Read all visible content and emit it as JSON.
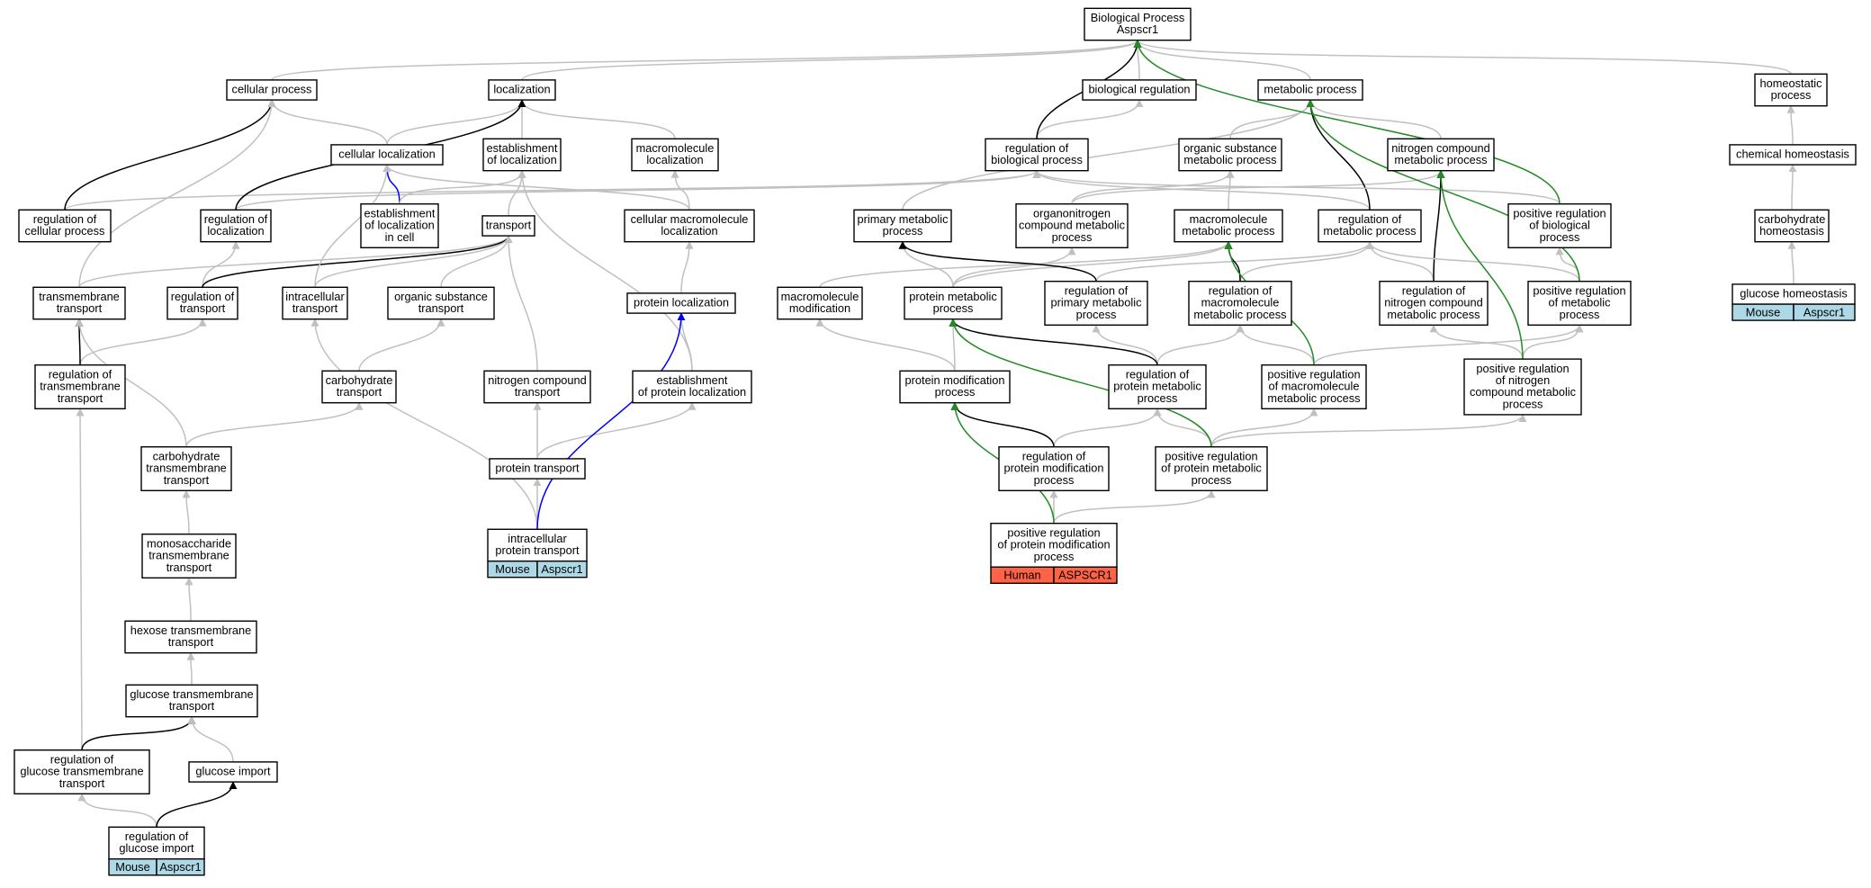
{
  "colors": {
    "is_a": "#c0c0c0",
    "regulates": "#000000",
    "part_of": "#0000ff",
    "positively_regulates": "#228b22",
    "mouse_cell": "#add8e6",
    "human_cell": "#ff6347"
  },
  "nodes": [
    {
      "id": "bp",
      "lines": [
        "Biological Process",
        "Aspscr1"
      ]
    },
    {
      "id": "cellproc",
      "lines": [
        "cellular process"
      ]
    },
    {
      "id": "loc",
      "lines": [
        "localization"
      ]
    },
    {
      "id": "bioreg",
      "lines": [
        "biological regulation"
      ]
    },
    {
      "id": "metab",
      "lines": [
        "metabolic process"
      ]
    },
    {
      "id": "homeo",
      "lines": [
        "homeostatic",
        "process"
      ]
    },
    {
      "id": "cellloc",
      "lines": [
        "cellular localization"
      ]
    },
    {
      "id": "estloc",
      "lines": [
        "establishment",
        "of localization"
      ]
    },
    {
      "id": "macroloc",
      "lines": [
        "macromolecule",
        "localization"
      ]
    },
    {
      "id": "regbio",
      "lines": [
        "regulation of",
        "biological process"
      ]
    },
    {
      "id": "orgsub",
      "lines": [
        "organic substance",
        "metabolic process"
      ]
    },
    {
      "id": "nitro",
      "lines": [
        "nitrogen compound",
        "metabolic process"
      ]
    },
    {
      "id": "chemhomeo",
      "lines": [
        "chemical homeostasis"
      ]
    },
    {
      "id": "regcell",
      "lines": [
        "regulation of",
        "cellular process"
      ]
    },
    {
      "id": "regloc",
      "lines": [
        "regulation of",
        "localization"
      ]
    },
    {
      "id": "estlocincell",
      "lines": [
        "establishment",
        "of localization",
        "in cell"
      ]
    },
    {
      "id": "transport",
      "lines": [
        "transport"
      ]
    },
    {
      "id": "cellmacroloc",
      "lines": [
        "cellular macromolecule",
        "localization"
      ]
    },
    {
      "id": "primmetab",
      "lines": [
        "primary metabolic",
        "process"
      ]
    },
    {
      "id": "organonitro",
      "lines": [
        "organonitrogen",
        "compound metabolic",
        "process"
      ]
    },
    {
      "id": "macrometab",
      "lines": [
        "macromolecule",
        "metabolic process"
      ]
    },
    {
      "id": "regmetab",
      "lines": [
        "regulation of",
        "metabolic process"
      ]
    },
    {
      "id": "posregbio",
      "lines": [
        "positive regulation",
        "of biological",
        "process"
      ]
    },
    {
      "id": "carbohomeo",
      "lines": [
        "carbohydrate",
        "homeostasis"
      ]
    },
    {
      "id": "transmem",
      "lines": [
        "transmembrane",
        "transport"
      ]
    },
    {
      "id": "regtransport",
      "lines": [
        "regulation of",
        "transport"
      ]
    },
    {
      "id": "intracell",
      "lines": [
        "intracellular",
        "transport"
      ]
    },
    {
      "id": "orgsubtrans",
      "lines": [
        "organic substance",
        "transport"
      ]
    },
    {
      "id": "protloc",
      "lines": [
        "protein localization"
      ]
    },
    {
      "id": "macromod",
      "lines": [
        "macromolecule",
        "modification"
      ]
    },
    {
      "id": "protmetab",
      "lines": [
        "protein metabolic",
        "process"
      ]
    },
    {
      "id": "regprimmetab",
      "lines": [
        "regulation of",
        "primary metabolic",
        "process"
      ]
    },
    {
      "id": "regmacrometab",
      "lines": [
        "regulation of",
        "macromolecule",
        "metabolic process"
      ]
    },
    {
      "id": "regnitro",
      "lines": [
        "regulation of",
        "nitrogen compound",
        "metabolic process"
      ]
    },
    {
      "id": "posregmetab",
      "lines": [
        "positive regulation",
        "of metabolic",
        "process"
      ]
    },
    {
      "id": "glchomeo",
      "lines": [
        "glucose homeostasis"
      ]
    },
    {
      "id": "regtransmem",
      "lines": [
        "regulation of",
        "transmembrane",
        "transport"
      ]
    },
    {
      "id": "carbotrans",
      "lines": [
        "carbohydrate",
        "transport"
      ]
    },
    {
      "id": "nitrotrans",
      "lines": [
        "nitrogen compound",
        "transport"
      ]
    },
    {
      "id": "estprotloc",
      "lines": [
        "establishment",
        "of protein localization"
      ]
    },
    {
      "id": "protmod",
      "lines": [
        "protein modification",
        "process"
      ]
    },
    {
      "id": "regprotmetab",
      "lines": [
        "regulation of",
        "protein metabolic",
        "process"
      ]
    },
    {
      "id": "posregmacro",
      "lines": [
        "positive regulation",
        "of macromolecule",
        "metabolic process"
      ]
    },
    {
      "id": "posregnitro",
      "lines": [
        "positive regulation",
        "of nitrogen",
        "compound metabolic",
        "process"
      ]
    },
    {
      "id": "carbotransmem",
      "lines": [
        "carbohydrate",
        "transmembrane",
        "transport"
      ]
    },
    {
      "id": "prottrans",
      "lines": [
        "protein transport"
      ]
    },
    {
      "id": "regprotmod",
      "lines": [
        "regulation of",
        "protein modification",
        "process"
      ]
    },
    {
      "id": "posregprotmetab",
      "lines": [
        "positive regulation",
        "of protein metabolic",
        "process"
      ]
    },
    {
      "id": "monosac",
      "lines": [
        "monosaccharide",
        "transmembrane",
        "transport"
      ]
    },
    {
      "id": "intracellprot",
      "lines": [
        "intracellular",
        "protein transport"
      ]
    },
    {
      "id": "posregprotmod",
      "lines": [
        "positive regulation",
        "of protein modification",
        "process"
      ]
    },
    {
      "id": "hexose",
      "lines": [
        "hexose transmembrane",
        "transport"
      ]
    },
    {
      "id": "glctransmem",
      "lines": [
        "glucose transmembrane",
        "transport"
      ]
    },
    {
      "id": "regglctrans",
      "lines": [
        "regulation of",
        "glucose transmembrane",
        "transport"
      ]
    },
    {
      "id": "glcimport",
      "lines": [
        "glucose import"
      ]
    },
    {
      "id": "regglcimport",
      "lines": [
        "regulation of",
        "glucose import"
      ]
    }
  ],
  "annotations": [
    {
      "node": "glchomeo",
      "species": "Mouse",
      "gene": "Aspscr1",
      "kind": "mouse"
    },
    {
      "node": "intracellprot",
      "species": "Mouse",
      "gene": "Aspscr1",
      "kind": "mouse"
    },
    {
      "node": "posregprotmod",
      "species": "Human",
      "gene": "ASPSCR1",
      "kind": "human"
    },
    {
      "node": "regglcimport",
      "species": "Mouse",
      "gene": "Aspscr1",
      "kind": "mouse"
    }
  ],
  "edges": [
    {
      "from": "cellproc",
      "to": "bp",
      "type": "is_a"
    },
    {
      "from": "loc",
      "to": "bp",
      "type": "is_a"
    },
    {
      "from": "bioreg",
      "to": "bp",
      "type": "is_a"
    },
    {
      "from": "metab",
      "to": "bp",
      "type": "is_a"
    },
    {
      "from": "homeo",
      "to": "bp",
      "type": "is_a"
    },
    {
      "from": "cellloc",
      "to": "cellproc",
      "type": "is_a"
    },
    {
      "from": "cellloc",
      "to": "loc",
      "type": "is_a"
    },
    {
      "from": "estloc",
      "to": "loc",
      "type": "is_a"
    },
    {
      "from": "macroloc",
      "to": "loc",
      "type": "is_a"
    },
    {
      "from": "regbio",
      "to": "bioreg",
      "type": "is_a"
    },
    {
      "from": "regbio",
      "to": "bp",
      "type": "regulates"
    },
    {
      "from": "orgsub",
      "to": "metab",
      "type": "is_a"
    },
    {
      "from": "nitro",
      "to": "metab",
      "type": "is_a"
    },
    {
      "from": "chemhomeo",
      "to": "homeo",
      "type": "is_a"
    },
    {
      "from": "regcell",
      "to": "regbio",
      "type": "is_a"
    },
    {
      "from": "regcell",
      "to": "cellproc",
      "type": "regulates"
    },
    {
      "from": "regloc",
      "to": "regbio",
      "type": "is_a"
    },
    {
      "from": "regloc",
      "to": "loc",
      "type": "regulates"
    },
    {
      "from": "estlocincell",
      "to": "cellloc",
      "type": "part_of"
    },
    {
      "from": "estlocincell",
      "to": "estloc",
      "type": "is_a"
    },
    {
      "from": "transport",
      "to": "estloc",
      "type": "is_a"
    },
    {
      "from": "cellmacroloc",
      "to": "macroloc",
      "type": "is_a"
    },
    {
      "from": "cellmacroloc",
      "to": "cellloc",
      "type": "is_a"
    },
    {
      "from": "primmetab",
      "to": "metab",
      "type": "is_a"
    },
    {
      "from": "organonitro",
      "to": "orgsub",
      "type": "is_a"
    },
    {
      "from": "organonitro",
      "to": "nitro",
      "type": "is_a"
    },
    {
      "from": "macrometab",
      "to": "orgsub",
      "type": "is_a"
    },
    {
      "from": "regmetab",
      "to": "regbio",
      "type": "is_a"
    },
    {
      "from": "regmetab",
      "to": "metab",
      "type": "regulates"
    },
    {
      "from": "posregbio",
      "to": "regbio",
      "type": "is_a"
    },
    {
      "from": "posregbio",
      "to": "bp",
      "type": "positively_regulates"
    },
    {
      "from": "carbohomeo",
      "to": "chemhomeo",
      "type": "is_a"
    },
    {
      "from": "transmem",
      "to": "transport",
      "type": "is_a"
    },
    {
      "from": "transmem",
      "to": "cellproc",
      "type": "is_a"
    },
    {
      "from": "regtransport",
      "to": "regloc",
      "type": "is_a"
    },
    {
      "from": "regtransport",
      "to": "transport",
      "type": "regulates"
    },
    {
      "from": "intracell",
      "to": "transport",
      "type": "is_a"
    },
    {
      "from": "intracell",
      "to": "cellloc",
      "type": "is_a"
    },
    {
      "from": "orgsubtrans",
      "to": "transport",
      "type": "is_a"
    },
    {
      "from": "protloc",
      "to": "cellmacroloc",
      "type": "is_a"
    },
    {
      "from": "macromod",
      "to": "macrometab",
      "type": "is_a"
    },
    {
      "from": "protmetab",
      "to": "primmetab",
      "type": "is_a"
    },
    {
      "from": "protmetab",
      "to": "organonitro",
      "type": "is_a"
    },
    {
      "from": "protmetab",
      "to": "macrometab",
      "type": "is_a"
    },
    {
      "from": "regprimmetab",
      "to": "regmetab",
      "type": "is_a"
    },
    {
      "from": "regprimmetab",
      "to": "primmetab",
      "type": "regulates"
    },
    {
      "from": "regmacrometab",
      "to": "regmetab",
      "type": "is_a"
    },
    {
      "from": "regmacrometab",
      "to": "macrometab",
      "type": "regulates"
    },
    {
      "from": "regnitro",
      "to": "regmetab",
      "type": "is_a"
    },
    {
      "from": "regnitro",
      "to": "nitro",
      "type": "regulates"
    },
    {
      "from": "posregmetab",
      "to": "regmetab",
      "type": "is_a"
    },
    {
      "from": "posregmetab",
      "to": "posregbio",
      "type": "is_a"
    },
    {
      "from": "posregmetab",
      "to": "metab",
      "type": "positively_regulates"
    },
    {
      "from": "glchomeo",
      "to": "carbohomeo",
      "type": "is_a"
    },
    {
      "from": "regtransmem",
      "to": "regtransport",
      "type": "is_a"
    },
    {
      "from": "regtransmem",
      "to": "transmem",
      "type": "regulates"
    },
    {
      "from": "carbotrans",
      "to": "orgsubtrans",
      "type": "is_a"
    },
    {
      "from": "nitrotrans",
      "to": "transport",
      "type": "is_a"
    },
    {
      "from": "estprotloc",
      "to": "protloc",
      "type": "is_a"
    },
    {
      "from": "estprotloc",
      "to": "estloc",
      "type": "is_a"
    },
    {
      "from": "protmod",
      "to": "macromod",
      "type": "is_a"
    },
    {
      "from": "protmod",
      "to": "protmetab",
      "type": "is_a"
    },
    {
      "from": "regprotmetab",
      "to": "regprimmetab",
      "type": "is_a"
    },
    {
      "from": "regprotmetab",
      "to": "regmacrometab",
      "type": "is_a"
    },
    {
      "from": "regprotmetab",
      "to": "protmetab",
      "type": "regulates"
    },
    {
      "from": "posregmacro",
      "to": "regmacrometab",
      "type": "is_a"
    },
    {
      "from": "posregmacro",
      "to": "posregmetab",
      "type": "is_a"
    },
    {
      "from": "posregmacro",
      "to": "macrometab",
      "type": "positively_regulates"
    },
    {
      "from": "posregnitro",
      "to": "regnitro",
      "type": "is_a"
    },
    {
      "from": "posregnitro",
      "to": "posregmetab",
      "type": "is_a"
    },
    {
      "from": "posregnitro",
      "to": "nitro",
      "type": "positively_regulates"
    },
    {
      "from": "carbotransmem",
      "to": "carbotrans",
      "type": "is_a"
    },
    {
      "from": "carbotransmem",
      "to": "transmem",
      "type": "is_a"
    },
    {
      "from": "prottrans",
      "to": "nitrotrans",
      "type": "is_a"
    },
    {
      "from": "prottrans",
      "to": "estprotloc",
      "type": "is_a"
    },
    {
      "from": "regprotmod",
      "to": "regprotmetab",
      "type": "is_a"
    },
    {
      "from": "regprotmod",
      "to": "protmod",
      "type": "regulates"
    },
    {
      "from": "posregprotmetab",
      "to": "regprotmetab",
      "type": "is_a"
    },
    {
      "from": "posregprotmetab",
      "to": "posregmacro",
      "type": "is_a"
    },
    {
      "from": "posregprotmetab",
      "to": "posregnitro",
      "type": "is_a"
    },
    {
      "from": "posregprotmetab",
      "to": "protmetab",
      "type": "positively_regulates"
    },
    {
      "from": "monosac",
      "to": "carbotransmem",
      "type": "is_a"
    },
    {
      "from": "intracellprot",
      "to": "prottrans",
      "type": "is_a"
    },
    {
      "from": "intracellprot",
      "to": "intracell",
      "type": "is_a"
    },
    {
      "from": "intracellprot",
      "to": "protloc",
      "type": "part_of"
    },
    {
      "from": "posregprotmod",
      "to": "regprotmod",
      "type": "is_a"
    },
    {
      "from": "posregprotmod",
      "to": "posregprotmetab",
      "type": "is_a"
    },
    {
      "from": "posregprotmod",
      "to": "protmod",
      "type": "positively_regulates"
    },
    {
      "from": "hexose",
      "to": "monosac",
      "type": "is_a"
    },
    {
      "from": "glctransmem",
      "to": "hexose",
      "type": "is_a"
    },
    {
      "from": "regglctrans",
      "to": "regtransmem",
      "type": "is_a"
    },
    {
      "from": "regglctrans",
      "to": "glctransmem",
      "type": "regulates"
    },
    {
      "from": "glcimport",
      "to": "glctransmem",
      "type": "is_a"
    },
    {
      "from": "regglcimport",
      "to": "regglctrans",
      "type": "is_a"
    },
    {
      "from": "regglcimport",
      "to": "glcimport",
      "type": "regulates"
    }
  ]
}
